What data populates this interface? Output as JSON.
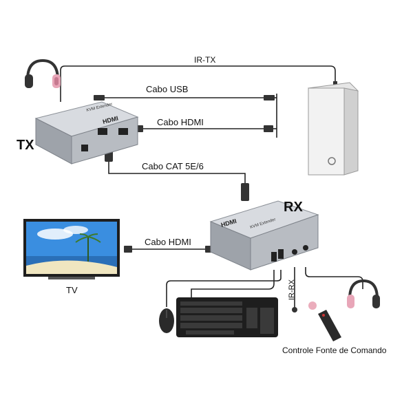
{
  "labels": {
    "ir_tx": "IR-TX",
    "usb_cable": "Cabo USB",
    "hdmi_cable_tx": "Cabo HDMI",
    "cat_cable": "Cabo CAT 5E/6",
    "hdmi_cable_rx": "Cabo HDMI",
    "tx": "TX",
    "rx": "RX",
    "tv": "TV",
    "ir_rx": "IR-RX",
    "remote": "Controle Fonte de Comando"
  },
  "device_text": {
    "tx_model": "KVM Extender",
    "rx_model": "KVM Extender",
    "hdmi_logo": "HDMI"
  },
  "colors": {
    "device_body": "#b8bcc2",
    "device_top": "#d8dbe0",
    "cable": "#222222",
    "headphone": "#e8a6b8",
    "tv_sky": "#3a8ee0",
    "pc_case": "#f2f2f2"
  }
}
